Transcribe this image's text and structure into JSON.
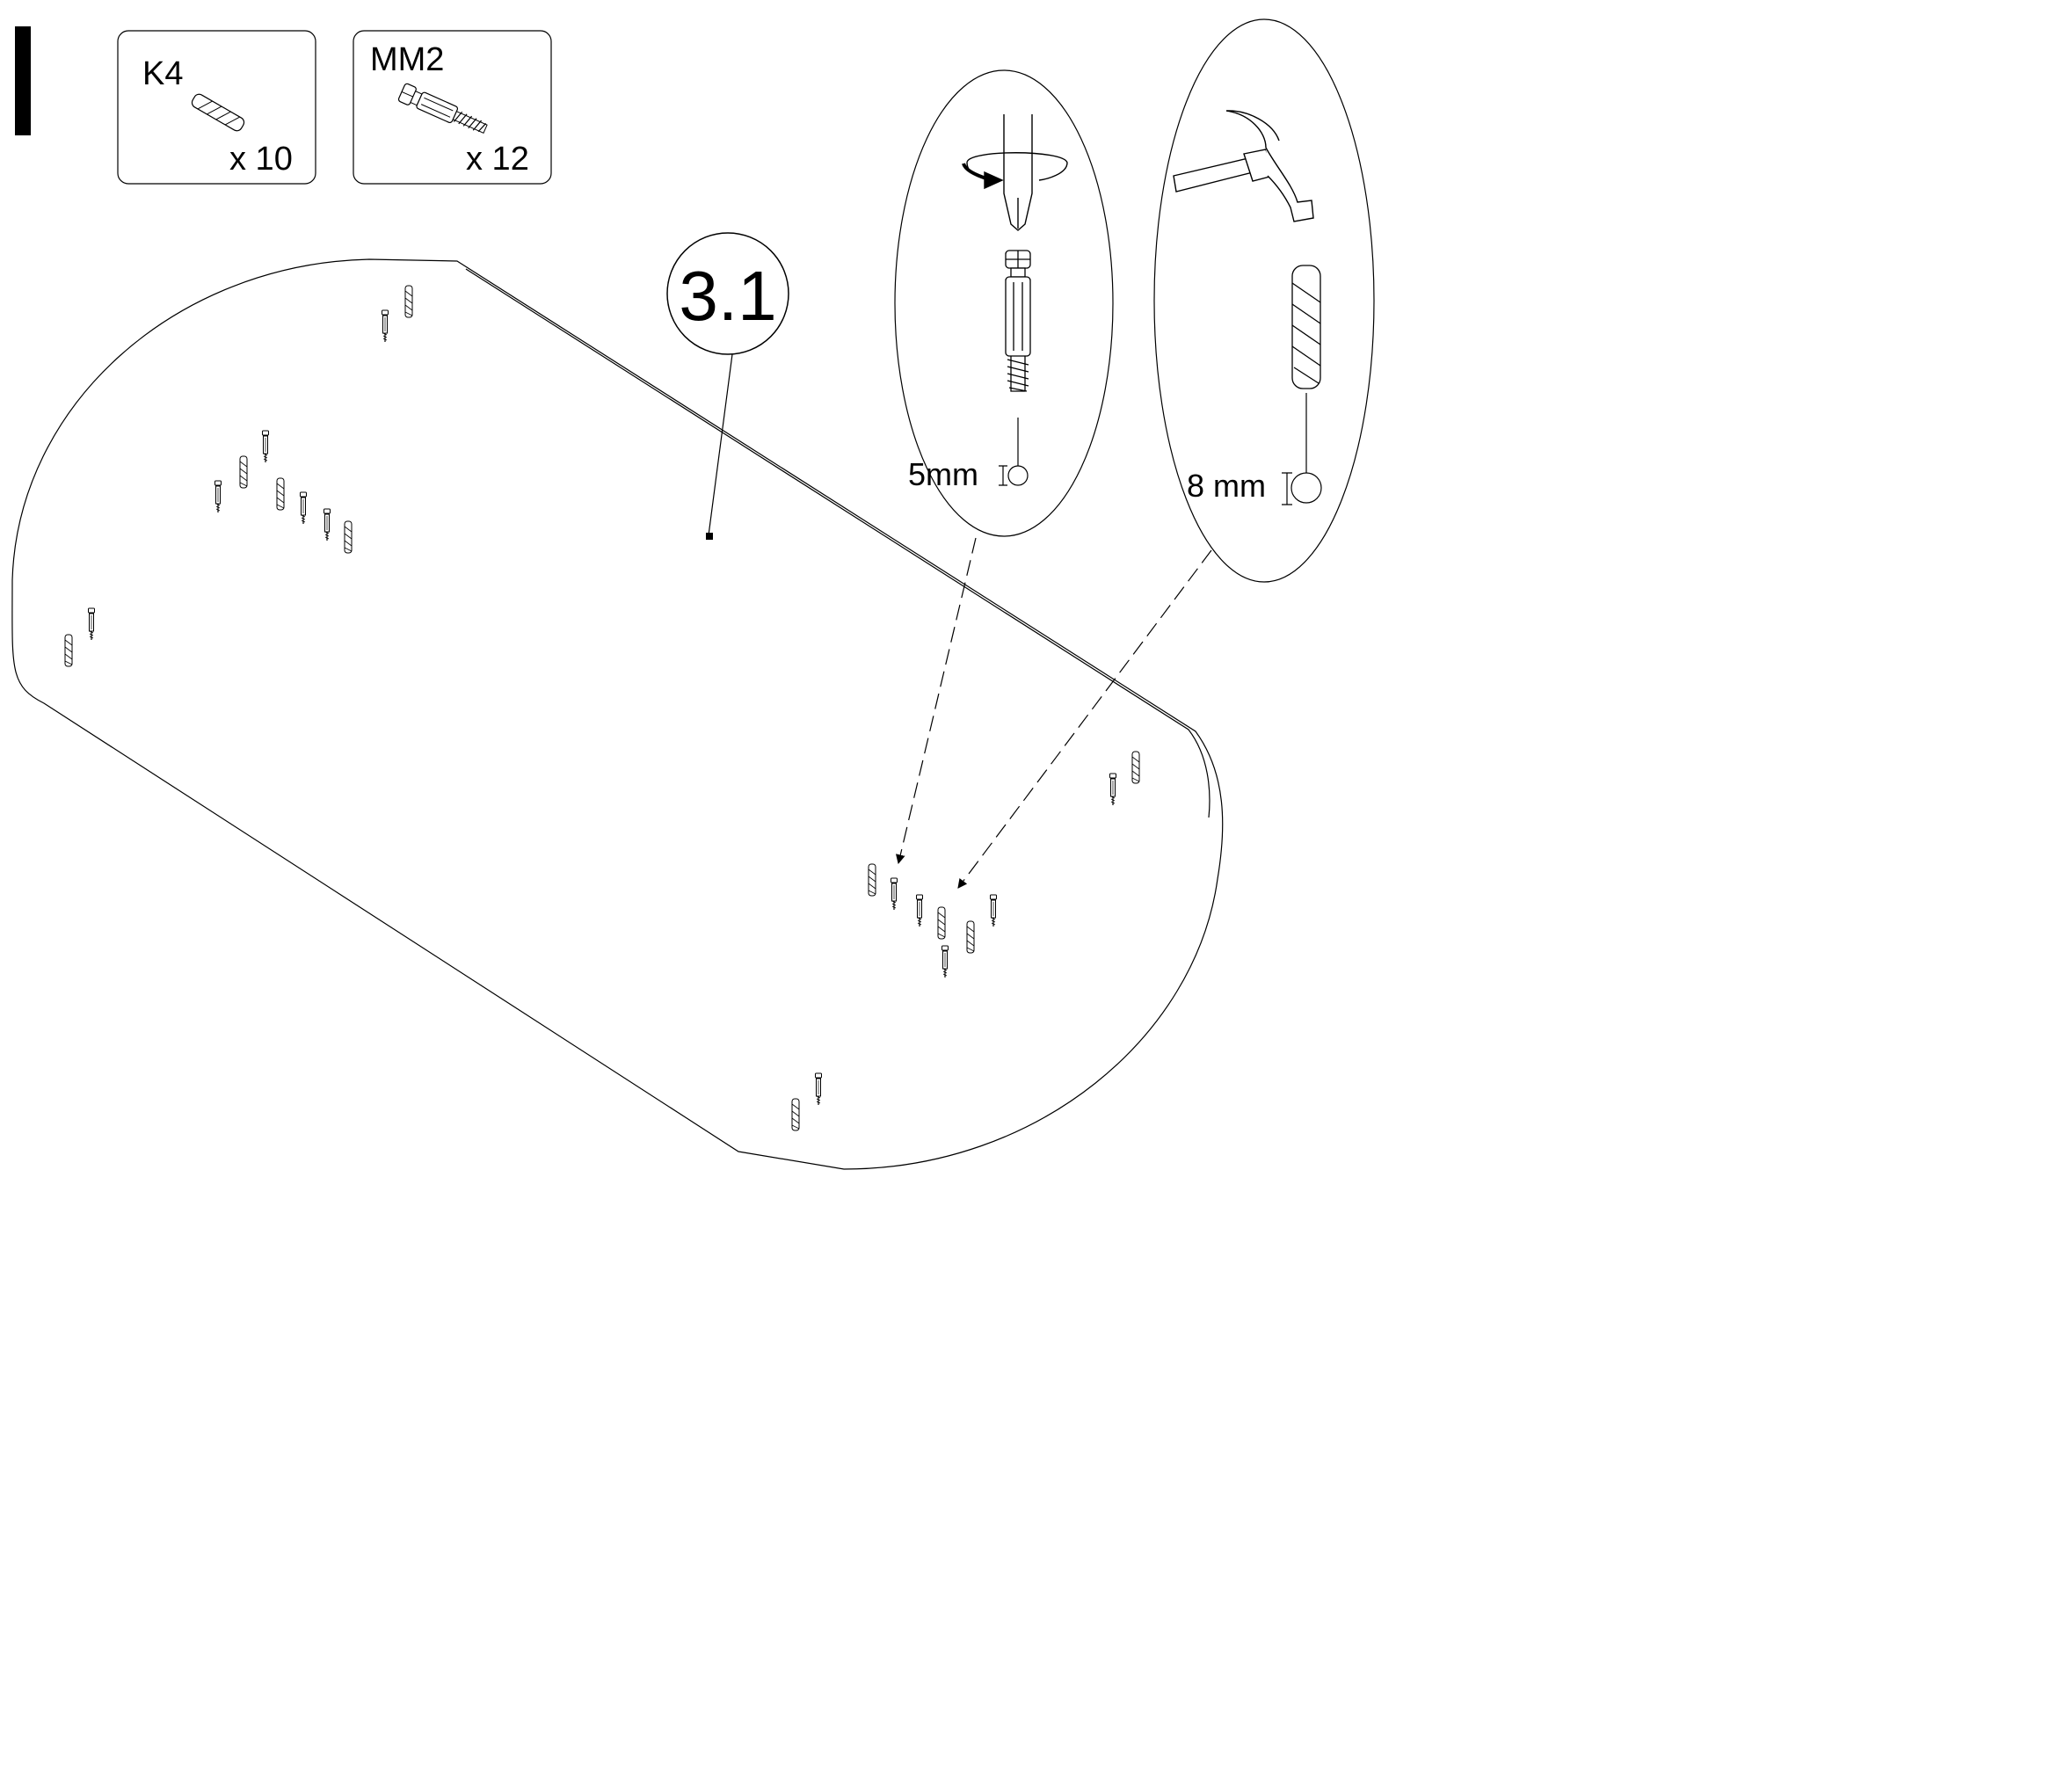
{
  "step_marker": "I",
  "parts": [
    {
      "code": "K4",
      "quantity": "x 10",
      "icon": "wooden-dowel"
    },
    {
      "code": "MM2",
      "quantity": "x 12",
      "icon": "cam-bolt-screw"
    }
  ],
  "step_label": "3.1",
  "callouts": [
    {
      "drill_size": "5mm",
      "tool": "screwdriver-icon",
      "part": "cam-bolt-screw"
    },
    {
      "drill_size": "8 mm",
      "tool": "hammer-icon",
      "part": "wooden-dowel"
    }
  ]
}
